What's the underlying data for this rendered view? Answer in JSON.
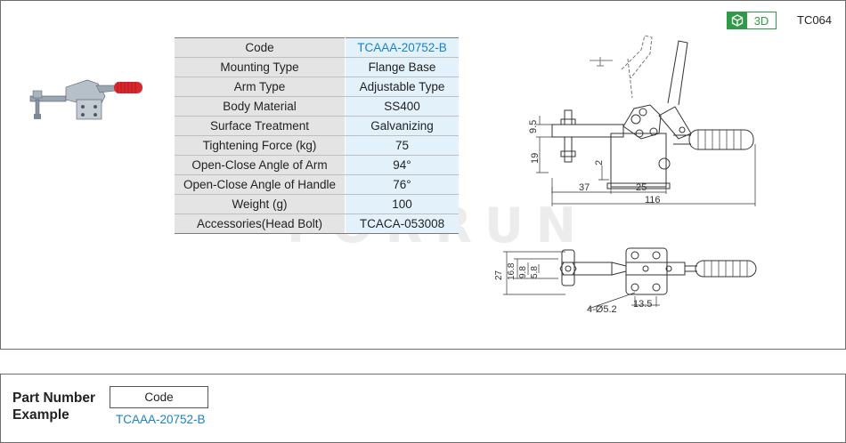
{
  "header": {
    "badge_3d_label": "3D",
    "badge_3d_icon": "cube-icon",
    "badge_color": "#2f9b48",
    "product_no": "TC064"
  },
  "watermark": "FORRUN",
  "spec_rows": [
    {
      "key": "Code",
      "value": "TCAAA-20752-B",
      "value_is_link": true
    },
    {
      "key": "Mounting Type",
      "value": "Flange Base"
    },
    {
      "key": "Arm Type",
      "value": "Adjustable Type"
    },
    {
      "key": "Body Material",
      "value": "SS400"
    },
    {
      "key": "Surface Treatment",
      "value": "Galvanizing"
    },
    {
      "key": "Tightening Force (kg)",
      "value": "75"
    },
    {
      "key": "Open-Close Angle of Arm",
      "value": "94°"
    },
    {
      "key": "Open-Close  Angle of Handle",
      "value": "76°"
    },
    {
      "key": "Weight (g)",
      "value": "100"
    },
    {
      "key": "Accessories(Head Bolt)",
      "value": "TCACA-053008"
    }
  ],
  "colors": {
    "key_bg": "#e4e4e4",
    "value_bg": "#e2f1fa",
    "link": "#1a82c4",
    "handle_red": "#d8272c"
  },
  "side_view_dims": {
    "d1": "9.5",
    "d2": "19",
    "d3": "2",
    "d4": "37",
    "d5": "25",
    "d6": "116"
  },
  "top_view_dims": {
    "d1": "27",
    "d2": "16.8",
    "d3": "9.8",
    "d4": "5.8",
    "d5": "4-Ø5.2",
    "d6": "13.5"
  },
  "part_number": {
    "title_line1": "Part Number",
    "title_line2": "Example",
    "code_label": "Code",
    "code_value": "TCAAA-20752-B"
  }
}
